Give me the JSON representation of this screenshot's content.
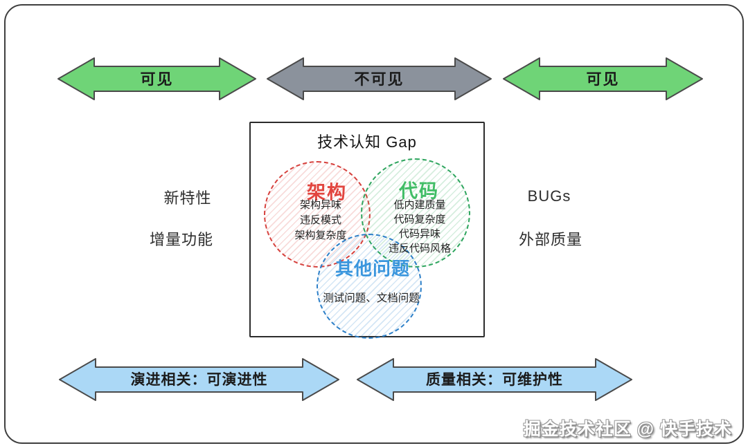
{
  "top_arrows": [
    {
      "label": "可见",
      "fill": "#6fd477"
    },
    {
      "label": "不可见",
      "fill": "#8b929c"
    },
    {
      "label": "可见",
      "fill": "#6fd477"
    }
  ],
  "gap_box": {
    "title": "技术认知 Gap",
    "circles": [
      {
        "label": "架构",
        "color": "#d6413d",
        "items": [
          "架构异味",
          "违反模式",
          "架构复杂度"
        ]
      },
      {
        "label": "代码",
        "color": "#2ea55e",
        "items": [
          "低内建质量",
          "代码复杂度",
          "代码异味",
          "违反代码风格"
        ]
      },
      {
        "label": "其他问题",
        "color": "#2c7fc8",
        "items": [
          "测试问题、文档问题"
        ]
      }
    ]
  },
  "side_labels": {
    "left": [
      "新特性",
      "增量功能"
    ],
    "right": [
      "BUGs",
      "外部质量"
    ]
  },
  "bottom_arrows": [
    {
      "label": "演进相关：可演进性",
      "fill": "#abd8f6"
    },
    {
      "label": "质量相关：可维护性",
      "fill": "#abd8f6"
    }
  ],
  "watermark": "掘金技术社区 @ 快手技术"
}
